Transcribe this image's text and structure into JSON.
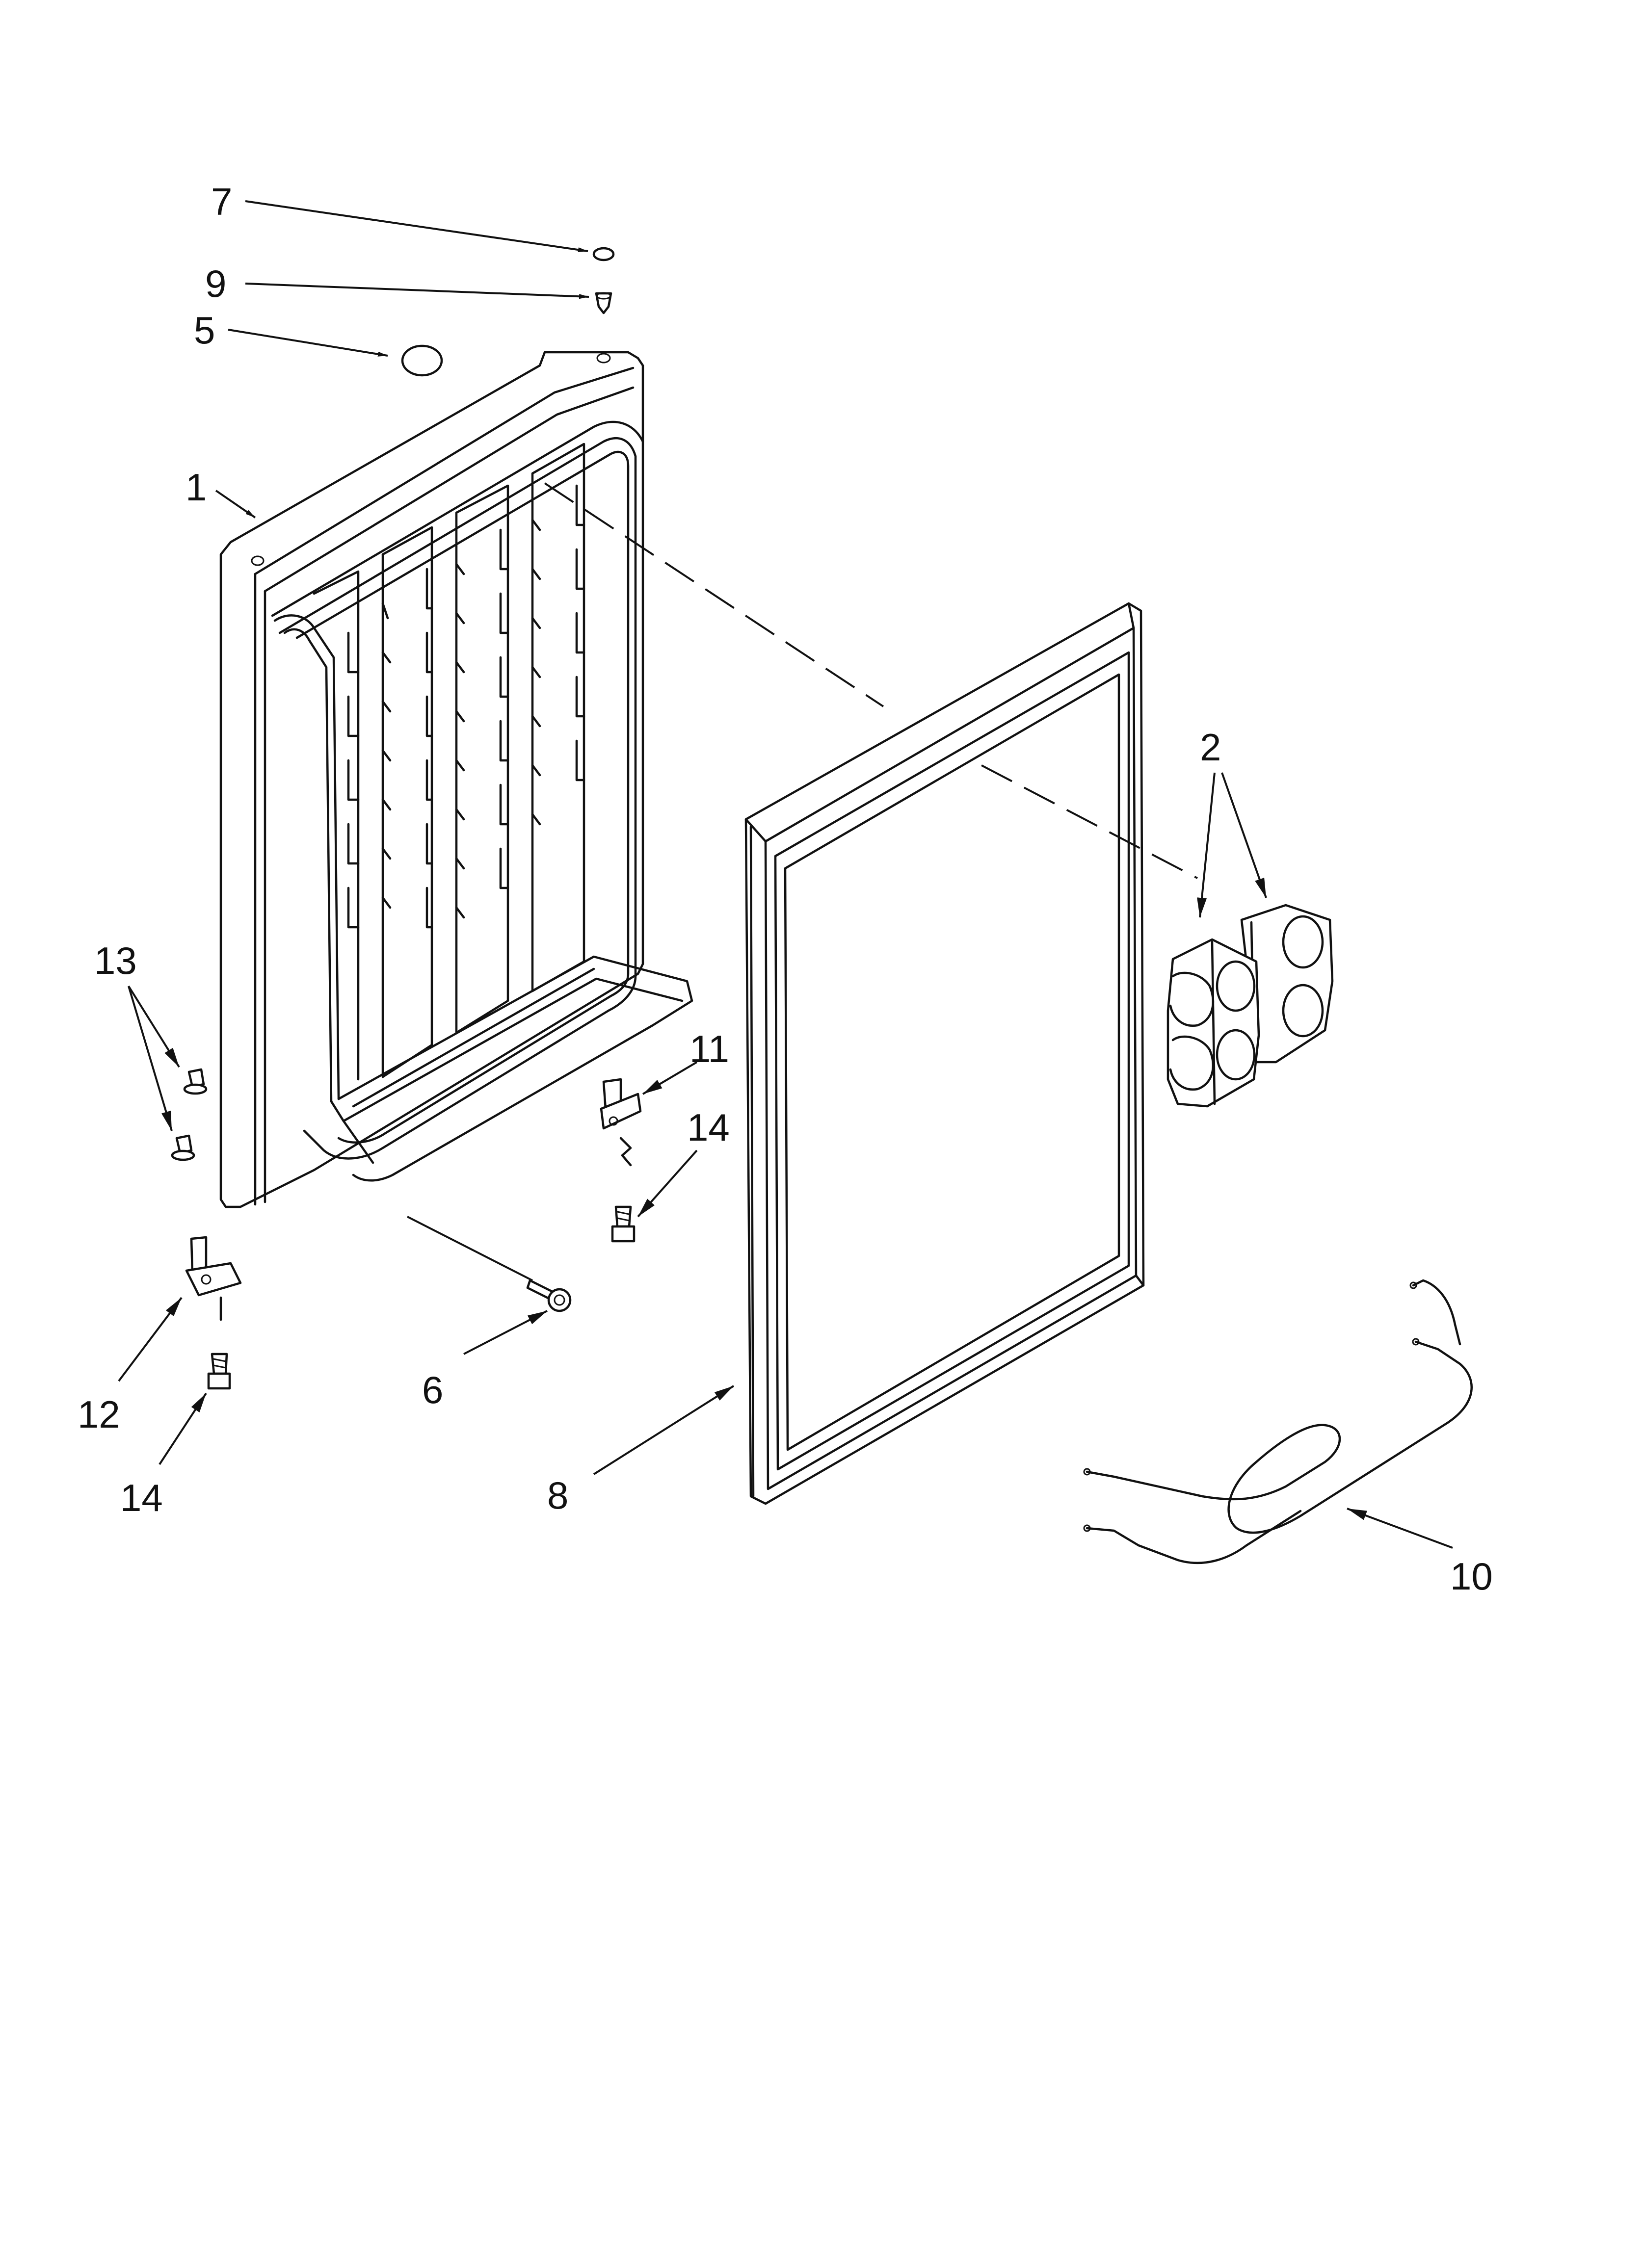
{
  "diagram": {
    "type": "exploded parts diagram",
    "callouts": {
      "c1": "1",
      "c2": "2",
      "c5": "5",
      "c6": "6",
      "c7": "7",
      "c8": "8",
      "c9": "9",
      "c10": "10",
      "c11": "11",
      "c12": "12",
      "c13": "13",
      "c14a": "14",
      "c14b": "14"
    },
    "colors": {
      "line": "#111111",
      "background": "#ffffff"
    }
  }
}
